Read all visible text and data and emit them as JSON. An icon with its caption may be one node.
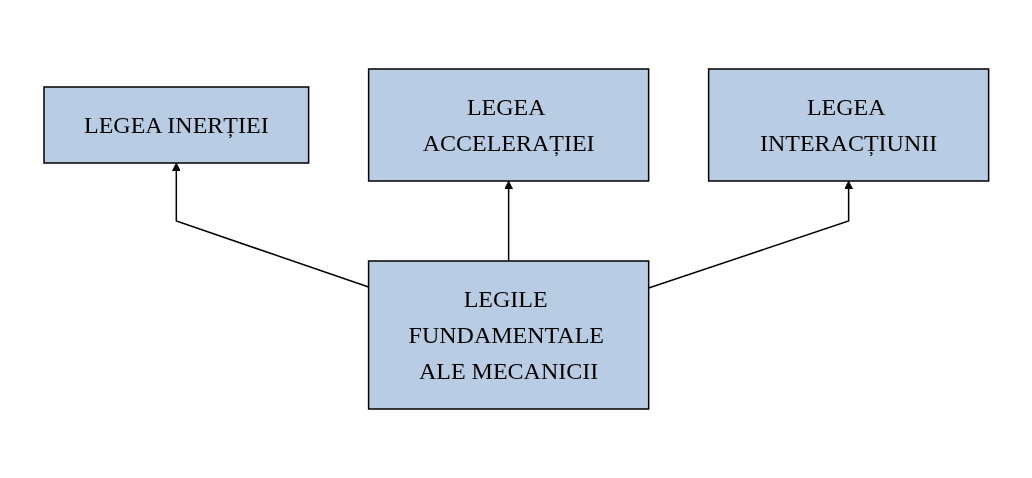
{
  "diagram": {
    "nodes": [
      {
        "text": [
          "LEGEA INERȚIEI"
        ]
      },
      {
        "text": [
          "LEGEA ACCELERAȚIEI"
        ]
      },
      {
        "text": [
          "LEGEA INTERACȚIUNII"
        ]
      },
      {
        "text": [
          "LEGILE FUNDAMENTALE ALE MECANICII"
        ]
      }
    ],
    "edges": [
      {
        "from": 3,
        "to": 0,
        "arrow": "to"
      },
      {
        "from": 3,
        "to": 1,
        "arrow": "to"
      },
      {
        "from": 3,
        "to": 2,
        "arrow": "to"
      }
    ]
  }
}
